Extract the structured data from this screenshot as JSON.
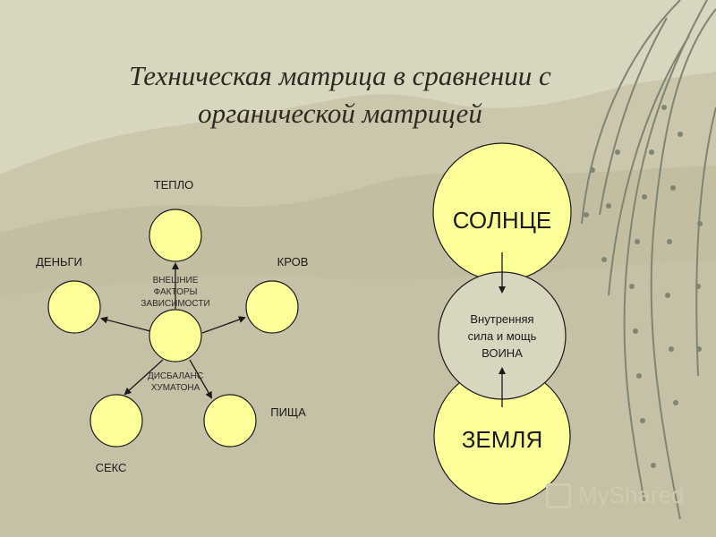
{
  "title": {
    "line1": "Техническая матрица в сравнении с",
    "line2": "органической матрицей"
  },
  "left_diagram": {
    "nodes": {
      "top": "ТЕПЛО",
      "right": "КРОВ",
      "left": "ДЕНЬГИ",
      "bottom_left": "СЕКС",
      "bottom_right": "ПИЩА"
    },
    "center_upper": [
      "ВНЕШНИЕ",
      "ФАКТОРЫ",
      "ЗАВИСИМОСТИ"
    ],
    "center_lower": [
      "ДИСБАЛАНС",
      "ХУМАТОНА"
    ]
  },
  "right_diagram": {
    "sun": "СОЛНЦЕ",
    "earth": "ЗЕМЛЯ",
    "inner": [
      "Внутренняя",
      "сила и мощь",
      "ВОИНА"
    ]
  },
  "watermark": "MyShared",
  "colors": {
    "circle_fill": "#ffff99",
    "background": "#d9d6bf",
    "mountain": "#c4bfa6",
    "mountain_dark": "#b9b39a",
    "branch": "#7f8575",
    "stroke": "#1a1a1a"
  }
}
